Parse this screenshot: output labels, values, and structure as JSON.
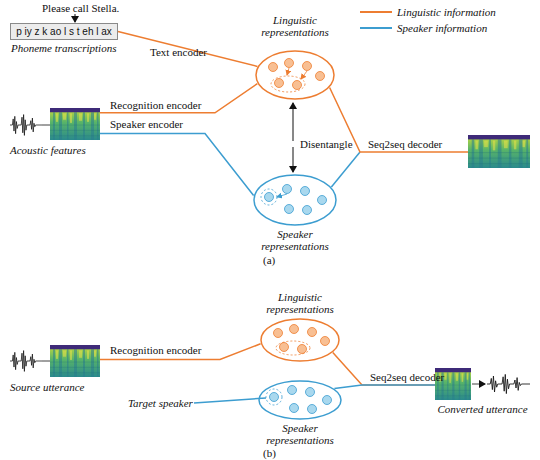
{
  "diagram": {
    "nodes": [
      {
        "text": [
          "p iy z k ao l s t eh l ax",
          "Phoneme transcriptions"
        ]
      },
      {
        "text": [
          "Linguistic representations"
        ]
      },
      {
        "text": [
          "Acoustic features"
        ]
      },
      {
        "text": [
          "Speaker representations"
        ]
      },
      {
        "text": [
          "Linguistic representations"
        ]
      },
      {
        "text": [
          "Source utterance"
        ]
      },
      {
        "text": [
          "Speaker representations"
        ]
      },
      {
        "text": [
          "Converted utterance"
        ]
      }
    ],
    "edges": [
      {
        "from": 0,
        "to": 1,
        "label": "Text encoder",
        "arrow": "none"
      },
      {
        "from": 2,
        "to": 1,
        "label": "Recognition encoder",
        "arrow": "none"
      },
      {
        "from": 2,
        "to": 3,
        "label": "Speaker encoder",
        "arrow": "none"
      },
      {
        "from": 5,
        "to": 4,
        "label": "Recognition encoder",
        "arrow": "none"
      },
      {
        "from": 4,
        "to": 7,
        "label": "Seq2seq decoder",
        "arrow": "none"
      },
      {
        "from": 6,
        "to": 7,
        "arrow": "none"
      }
    ],
    "labels": [
      "Please call Stella.",
      "Disentangle",
      "Seq2seq decoder",
      "(a)",
      "Target speaker",
      "(b)"
    ],
    "legend": [
      {
        "text": "Linguistic information"
      },
      {
        "text": "Speaker information"
      }
    ]
  }
}
